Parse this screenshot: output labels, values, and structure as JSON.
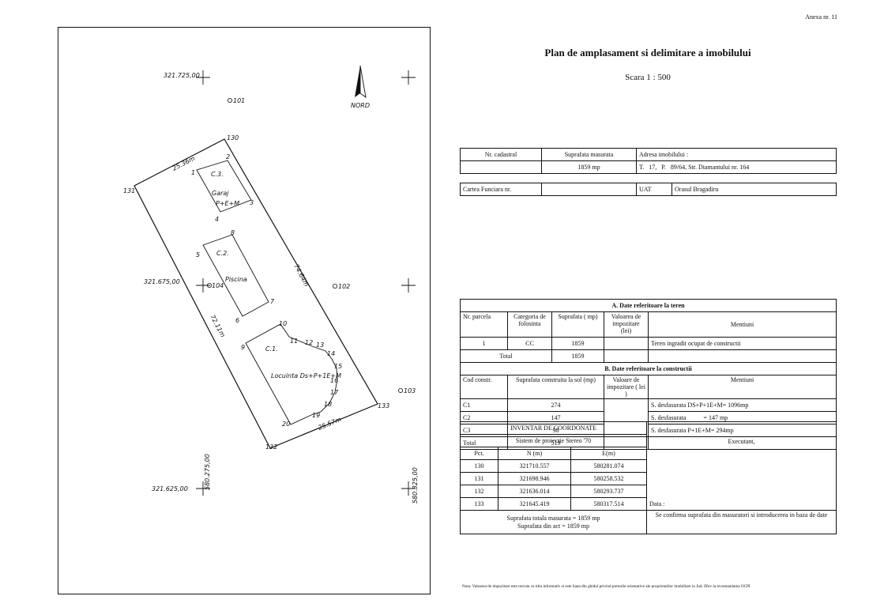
{
  "annex": "Anexa nr. 11",
  "title": "Plan de amplasament si delimitare a imobilului",
  "scale": "Scara 1 : 500",
  "info": {
    "h_cadastral": "Nr. cadastral",
    "h_area": "Suprafata masurata",
    "h_address": "Adresa imobilului :",
    "area_value": "1859 mp",
    "address_t": "T.",
    "address_t_val": "17,",
    "address_p": "P.",
    "address_rest": "89/64, Str. Diamantului nr. 164"
  },
  "cf": {
    "label": "Cartea Funciara nr.",
    "uat_label": "UAT",
    "uat_value": "Orasul Bragadiru"
  },
  "sectionA": {
    "title": "A. Date referitoare la teren",
    "headers": [
      "Nr. parcela",
      "Categoria de folosinta",
      "Suprafata ( mp)",
      "Valoarea de impozitare (lei)",
      "Mentiuni"
    ],
    "row": [
      "1",
      "CC",
      "1859",
      "",
      "Teren ingradit ocupat de constructii"
    ],
    "total_label": "Total",
    "total_value": "1859"
  },
  "sectionB": {
    "title": "B. Date referitoare la constructii",
    "headers": [
      "Cod constr.",
      "Suprafata construita la sol (mp)",
      "Valoare de impozitare ( lei )",
      "Mentiuni"
    ],
    "rows": [
      [
        "C1",
        "274",
        "S. desfasurata DS+P+1E+M= 1096mp"
      ],
      [
        "C2",
        "147",
        "S. desfasurata           = 147 mp"
      ],
      [
        "C3",
        "98",
        "S. desfasurata P+1E+M= 294mp"
      ]
    ],
    "total_label": "Total",
    "total_value": "519"
  },
  "inventory": {
    "title": "INVENTAR DE COORDONATE",
    "subtitle": "Sistem de proiectie Stereo '70",
    "headers": [
      "Pct.",
      "N (m)",
      "E(m)"
    ],
    "rows": [
      [
        "130",
        "321710.557",
        "580281.074"
      ],
      [
        "131",
        "321698.946",
        "580258.532"
      ],
      [
        "132",
        "321636.014",
        "580293.737"
      ],
      [
        "133",
        "321645.419",
        "580317.514"
      ]
    ],
    "total_measured": "Suprafata totala masurata = 1859 mp",
    "total_act": "Suprafata din act = 1859 mp"
  },
  "executant": {
    "label": "Executant,",
    "date_label": "Data :",
    "confirm": "Se confirma suprafata din masuratori si introducerea in baza de date"
  },
  "note": "Nota: Valoarea de impozitare este trecuta cu titlu informativ si este luata din ghidul privind preturile orientative ale proprietatilor imobiliare in Jud. Ilfov la recomandarea OCPI",
  "plan": {
    "grid_labels": {
      "n1": "321.725,00",
      "n2": "321.675,00",
      "n3": "321.625,00",
      "e1": "580.275,00",
      "e2": "580.325,00"
    },
    "north": "NORD",
    "stations": [
      "101",
      "102",
      "103",
      "104"
    ],
    "corners": [
      "130",
      "131",
      "132",
      "133"
    ],
    "distances": [
      "25.36m",
      "74.64m",
      "72.11m",
      "25.57m"
    ],
    "c3": {
      "code": "C.3.",
      "name": "Garaj",
      "levels": "P+E+M",
      "points": [
        "1",
        "2",
        "3",
        "4"
      ]
    },
    "c2": {
      "code": "C.2.",
      "name": "Piscina",
      "points": [
        "5",
        "6",
        "7",
        "8"
      ]
    },
    "c1": {
      "code": "C.1.",
      "name": "Locuinta Ds+P+1E+M",
      "points": [
        "9",
        "10",
        "11",
        "12",
        "13",
        "14",
        "15",
        "16",
        "17",
        "18",
        "19",
        "20"
      ]
    }
  }
}
